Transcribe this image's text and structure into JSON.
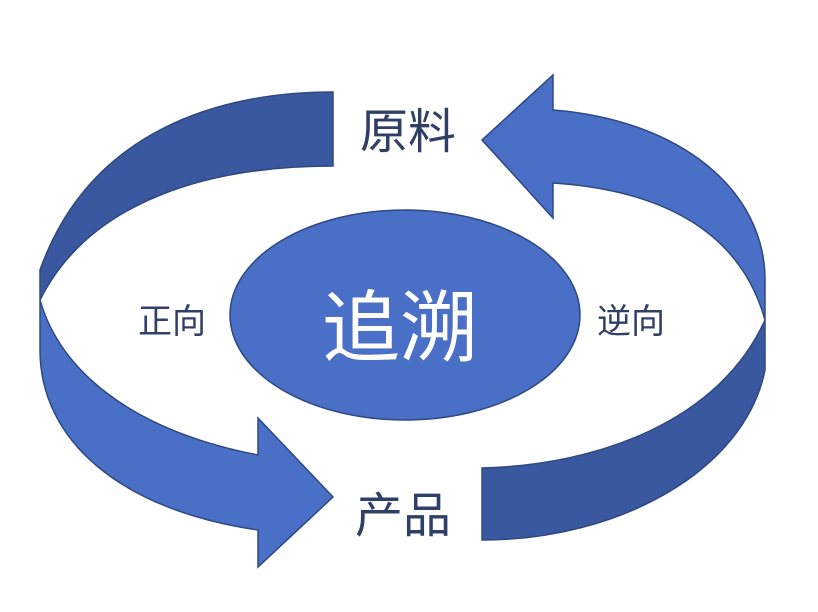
{
  "diagram": {
    "center_label": "追溯",
    "top_label": "原料",
    "bottom_label": "产品",
    "left_label": "正向",
    "right_label": "逆向"
  },
  "colors": {
    "arrow_light": "#4a6fc6",
    "arrow_dark": "#38559a",
    "center_fill": "#4a6fc6",
    "stroke": "#2f4880",
    "text": "#2f3f66",
    "center_text": "#ffffff"
  }
}
